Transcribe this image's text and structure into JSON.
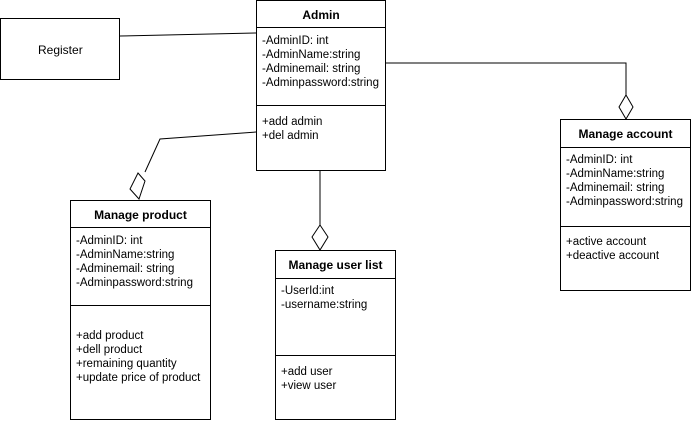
{
  "register": {
    "label": "Register"
  },
  "admin": {
    "title": "Admin",
    "attributes": [
      "-AdminID: int",
      "-AdminName:string",
      "-Adminemail: string",
      "-Adminpassword:string"
    ],
    "methods": [
      "+add admin",
      "+del admin"
    ]
  },
  "manage_account": {
    "title": "Manage account",
    "attributes": [
      "-AdminID: int",
      "-AdminName:string",
      "-Adminemail: string",
      "-Adminpassword:string"
    ],
    "methods": [
      "+active account",
      "+deactive account"
    ]
  },
  "manage_product": {
    "title": "Manage product",
    "attributes": [
      "-AdminID: int",
      "-AdminName:string",
      "-Adminemail: string",
      "-Adminpassword:string"
    ],
    "methods": [
      "+add product",
      "+dell product",
      "+remaining quantity",
      "+update price of product"
    ]
  },
  "manage_user_list": {
    "title": "Manage user list",
    "attributes": [
      "-UserId:int",
      "-username:string"
    ],
    "methods": [
      "+add user",
      "+view user"
    ]
  }
}
